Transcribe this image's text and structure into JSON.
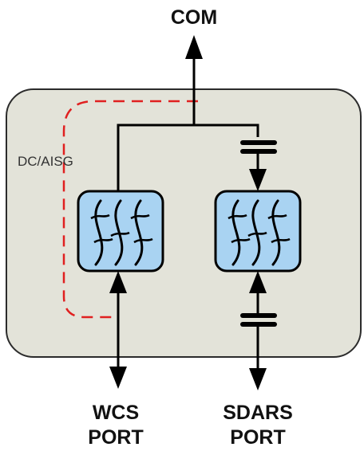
{
  "labels": {
    "com": "COM",
    "dc_aisg": "DC/AISG",
    "wcs_port": [
      "WCS",
      "PORT"
    ],
    "sdars_port": [
      "SDARS",
      "PORT"
    ]
  },
  "colors": {
    "housing_fill": "#e3e3d9",
    "housing_stroke": "#2b2b2b",
    "filter_fill": "#a9d3f2",
    "line": "#000000",
    "dc_path": "#e02020"
  },
  "icons": {
    "filter": "bandpass-filter-icon",
    "capacitor": "dc-block-capacitor-icon",
    "arrow": "arrow-head-icon"
  }
}
